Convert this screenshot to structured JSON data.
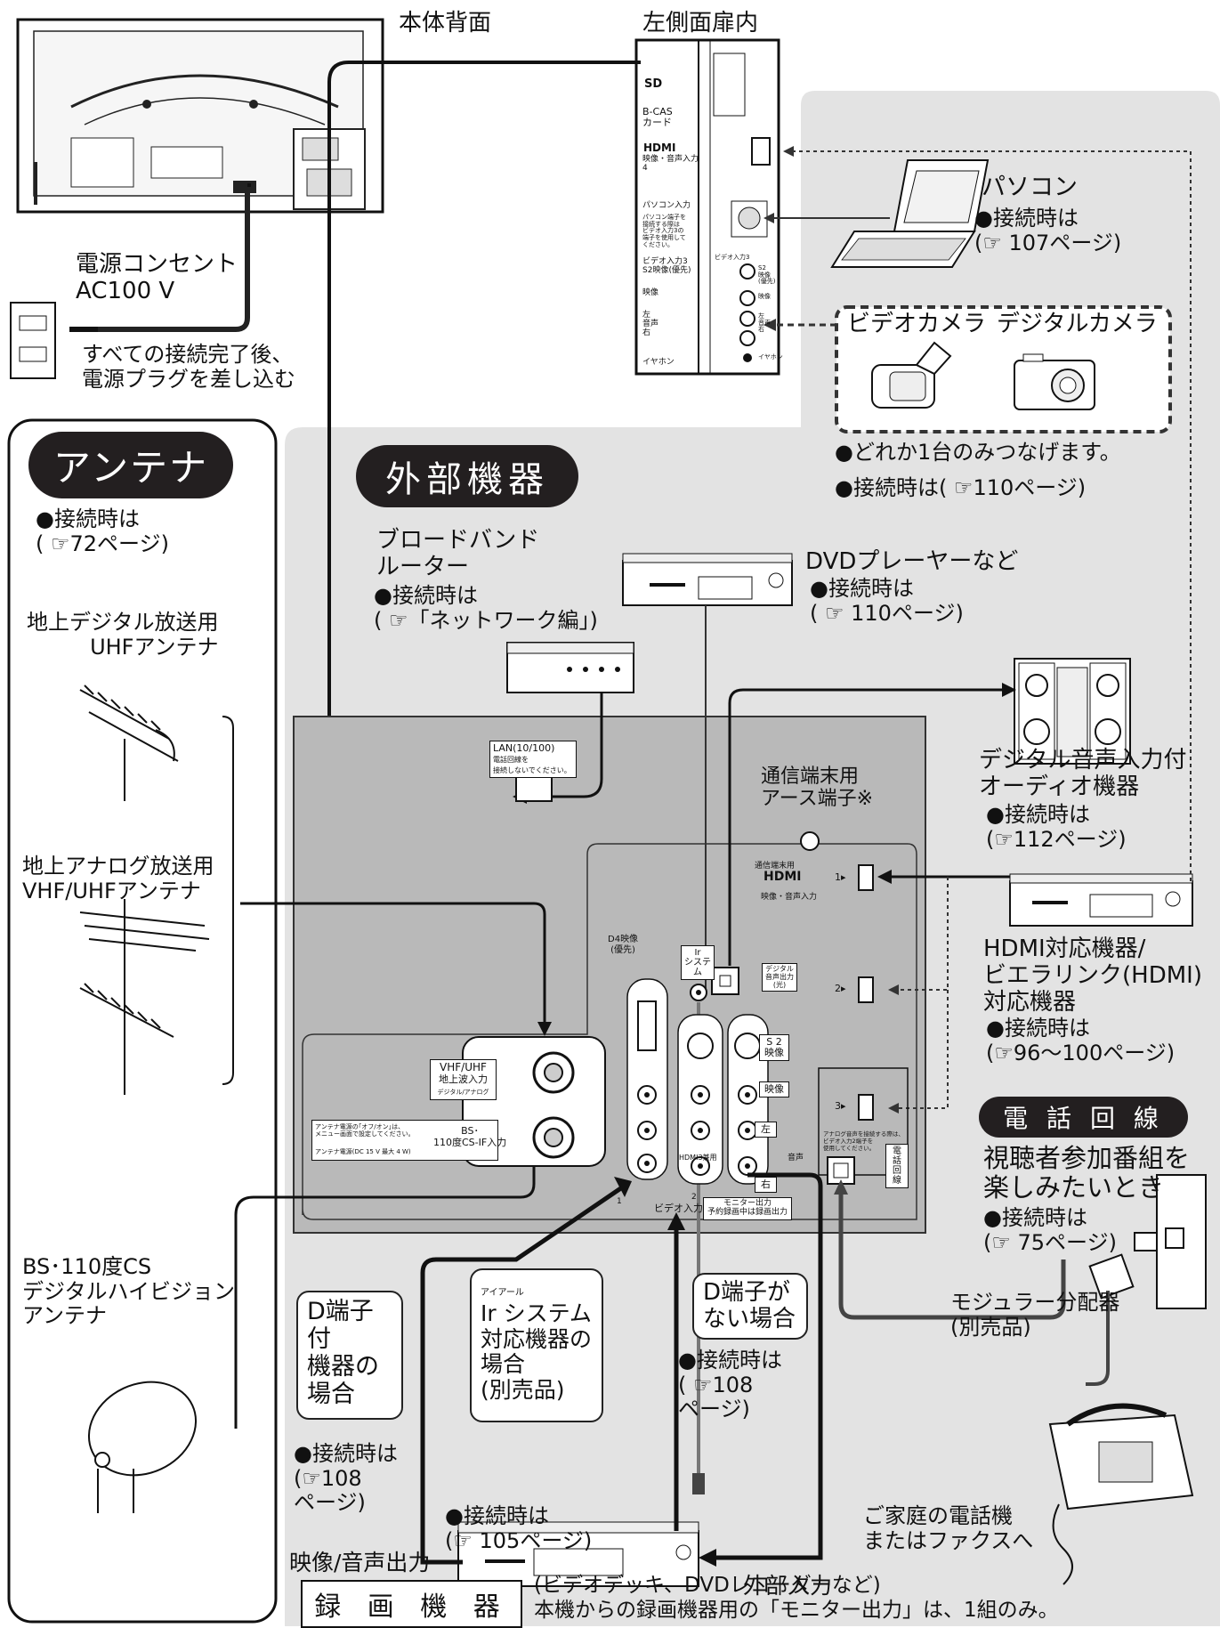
{
  "top": {
    "rear_label": "本体背面",
    "side_label": "左側面扉内",
    "side_panel": {
      "sd": "SD",
      "bcas": "B-CAS\nカード",
      "hdmi": "HDMI",
      "hdmi_sub": "映像・音声入力\n4",
      "pc_input": "パソコン入力",
      "pc_note": "パソコン端子を\n接続する際は\nビデオ入力3の\n端子を使用して\nください。",
      "video3": "ビデオ入力3\nS2映像(優先)",
      "video": "映像",
      "audio": "左\n音声\n右",
      "earphone": "イヤホン",
      "video3_small": "ビデオ入力3",
      "s2_small": "S2\n映像\n(優先)",
      "video_small": "映像",
      "audio_small": "左\n音声\n右",
      "earphone_small": "イヤホン"
    }
  },
  "power": {
    "label": "電源コンセント\nAC100 V",
    "note": "すべての接続完了後、\n電源プラグを差し込む"
  },
  "pc": {
    "title": "パソコン",
    "note": "●接続時は\n(☞ 107ページ)"
  },
  "cameras": {
    "video_camera": "ビデオカメラ",
    "digital_camera": "デジタルカメラ",
    "note1": "●どれか1台のみつなげます。",
    "note2": "●接続時は( ☞110ページ)"
  },
  "antenna": {
    "title": "アンテナ",
    "note": "●接続時は\n( ☞72ページ)",
    "uhf": "地上デジタル放送用\nUHFアンテナ",
    "vhf": "地上アナログ放送用\nVHF/UHFアンテナ",
    "bs": "BS･110度CS\nデジタルハイビジョン\nアンテナ"
  },
  "external": {
    "title": "外部機器",
    "router_title": "ブロードバンド\nルーター",
    "router_note": "●接続時は\n( ☞「ネットワーク編」)",
    "dvd_title": "DVDプレーヤーなど",
    "dvd_note": "●接続時は\n( ☞ 110ページ)",
    "audio_title": "デジタル音声入力付\nオーディオ機器",
    "audio_note": "●接続時は\n(☞112ページ)",
    "hdmi_title": "HDMI対応機器/\nビエラリンク(HDMI)\n対応機器",
    "hdmi_note": "●接続時は\n(☞96～100ページ)"
  },
  "panel": {
    "lan": "LAN(10/100)",
    "lan_note": "電話回線を\n接続しないでください。",
    "earth_title": "通信端末用\nアース端子※",
    "earth_sub": "通信端末用",
    "hdmi_logo": "HDMI",
    "hdmi_sub": "映像・音声入力",
    "hdmi_1": "1▸",
    "hdmi_2": "2▸",
    "hdmi_3": "3▸",
    "hdmi3_note": "アナログ音声を接続する際は、\nビデオ入力2端子を\n使用してください。",
    "optical": "デジタル\n音声出力\n(光)",
    "d4": "D4映像\n(優先)",
    "ir": "Ir\nシステム",
    "s2": "S 2\n映像",
    "video": "映像",
    "left": "左",
    "right": "右",
    "audio": "音声",
    "hdmi3_shared": "HDMI3兼用",
    "video_in": "ビデオ入力",
    "in1": "1",
    "in2": "2",
    "monitor_out": "モニター出力\n予約録画中は録画出力",
    "vhf_label": "VHF/UHF",
    "ground_in": "地上波入力",
    "ground_sub": "デジタル/アナログ",
    "bs_label": "BS･\n110度CS-IF入力",
    "bs_note": "アンテナ電源の｢オフ/オン｣は、\nメニュー画面で設定してください。",
    "bs_power": "アンテナ電源(DC 15 V 最大 4 W)",
    "tel_vertical": "電\n話\n回\n線"
  },
  "phone": {
    "title": "電 話 回 線",
    "desc": "視聴者参加番組を\n楽しみたいとき",
    "note": "●接続時は\n(☞ 75ページ)",
    "splitter": "モジュラー分配器\n(別売品)",
    "phone_label": "ご家庭の電話機\nまたはファクスへ"
  },
  "recorder": {
    "d_yes": "D端子付\n機器の\n場合",
    "d_yes_note": "●接続時は\n(☞108\n  ページ)",
    "ir_ruby": "アイアール",
    "ir_box": "Ir システム\n対応機器の\n場合\n(別売品)",
    "ir_note": "●接続時は\n(☞ 105ページ)",
    "d_no": "D端子が\nない場合",
    "d_no_note": "●接続時は\n( ☞108\n  ページ)",
    "av_out": "映像/音声出力",
    "ext_in": "外部入力",
    "title": "録 画 機 器",
    "desc": "(ビデオデッキ、DVDレコーダーなど)\n本機からの録画機器用の「モニター出力」は、1組のみ。"
  }
}
